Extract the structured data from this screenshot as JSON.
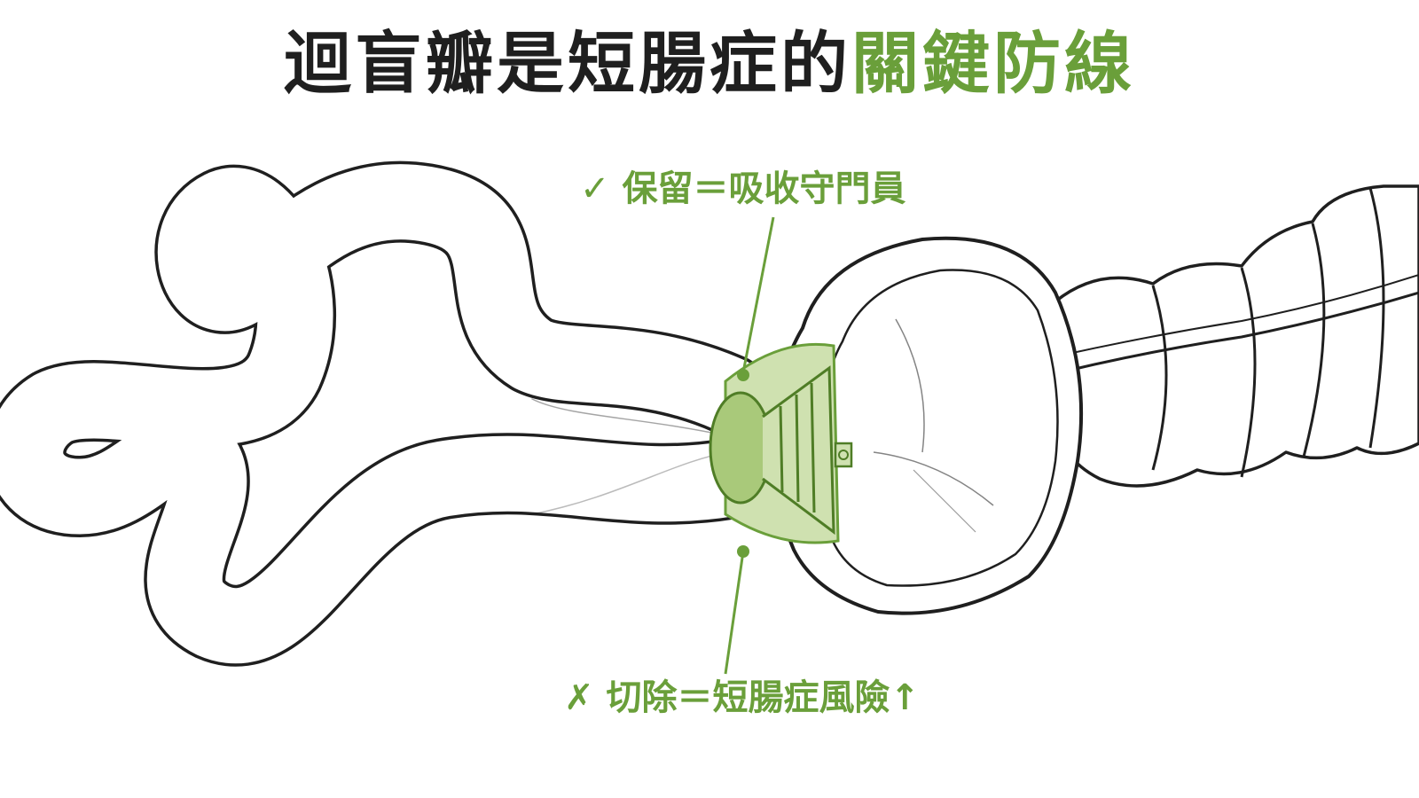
{
  "title": {
    "dark_part": "迴盲瓣是短腸症的",
    "green_part": "關鍵防線"
  },
  "callouts": {
    "keep": {
      "mark": "✓",
      "text": "保留＝吸收守門員"
    },
    "cut": {
      "mark": "✗",
      "text": "切除＝短腸症風險↑"
    }
  },
  "colors": {
    "accent_green": "#6a9f3a",
    "valve_fill": "#a9c97a",
    "valve_light": "#cfe1b0",
    "outline": "#1f1f1f",
    "title_dark": "#1f1f1f"
  }
}
